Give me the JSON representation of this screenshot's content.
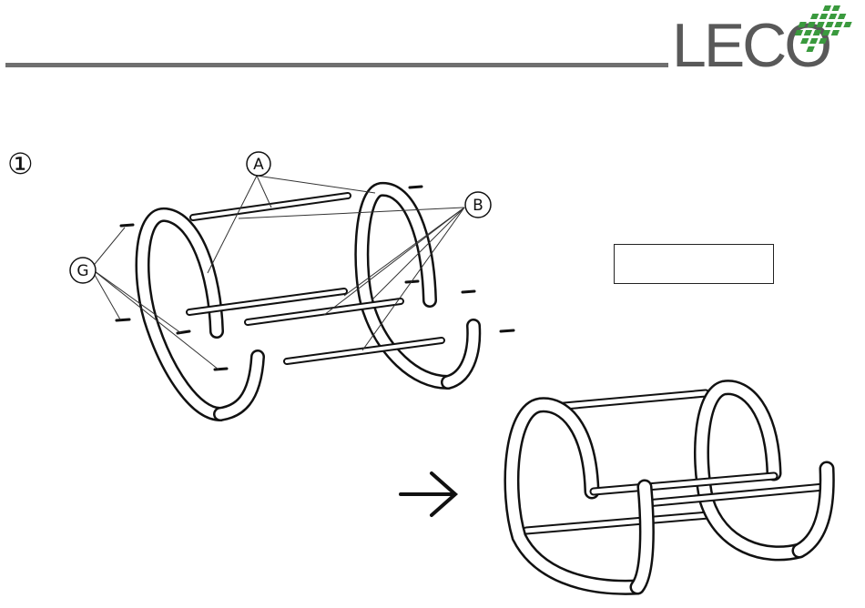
{
  "header": {
    "logo_text": "LECO",
    "logo_icon": "green-grid-mark",
    "logo_color": "#595959",
    "mark_color": "#3a9a3e",
    "rule_color": "#6f6f6f"
  },
  "step": {
    "number": "①"
  },
  "callouts": {
    "a": "A",
    "b": "B",
    "g": "G"
  },
  "arrow_icon": "right-arrow-icon"
}
